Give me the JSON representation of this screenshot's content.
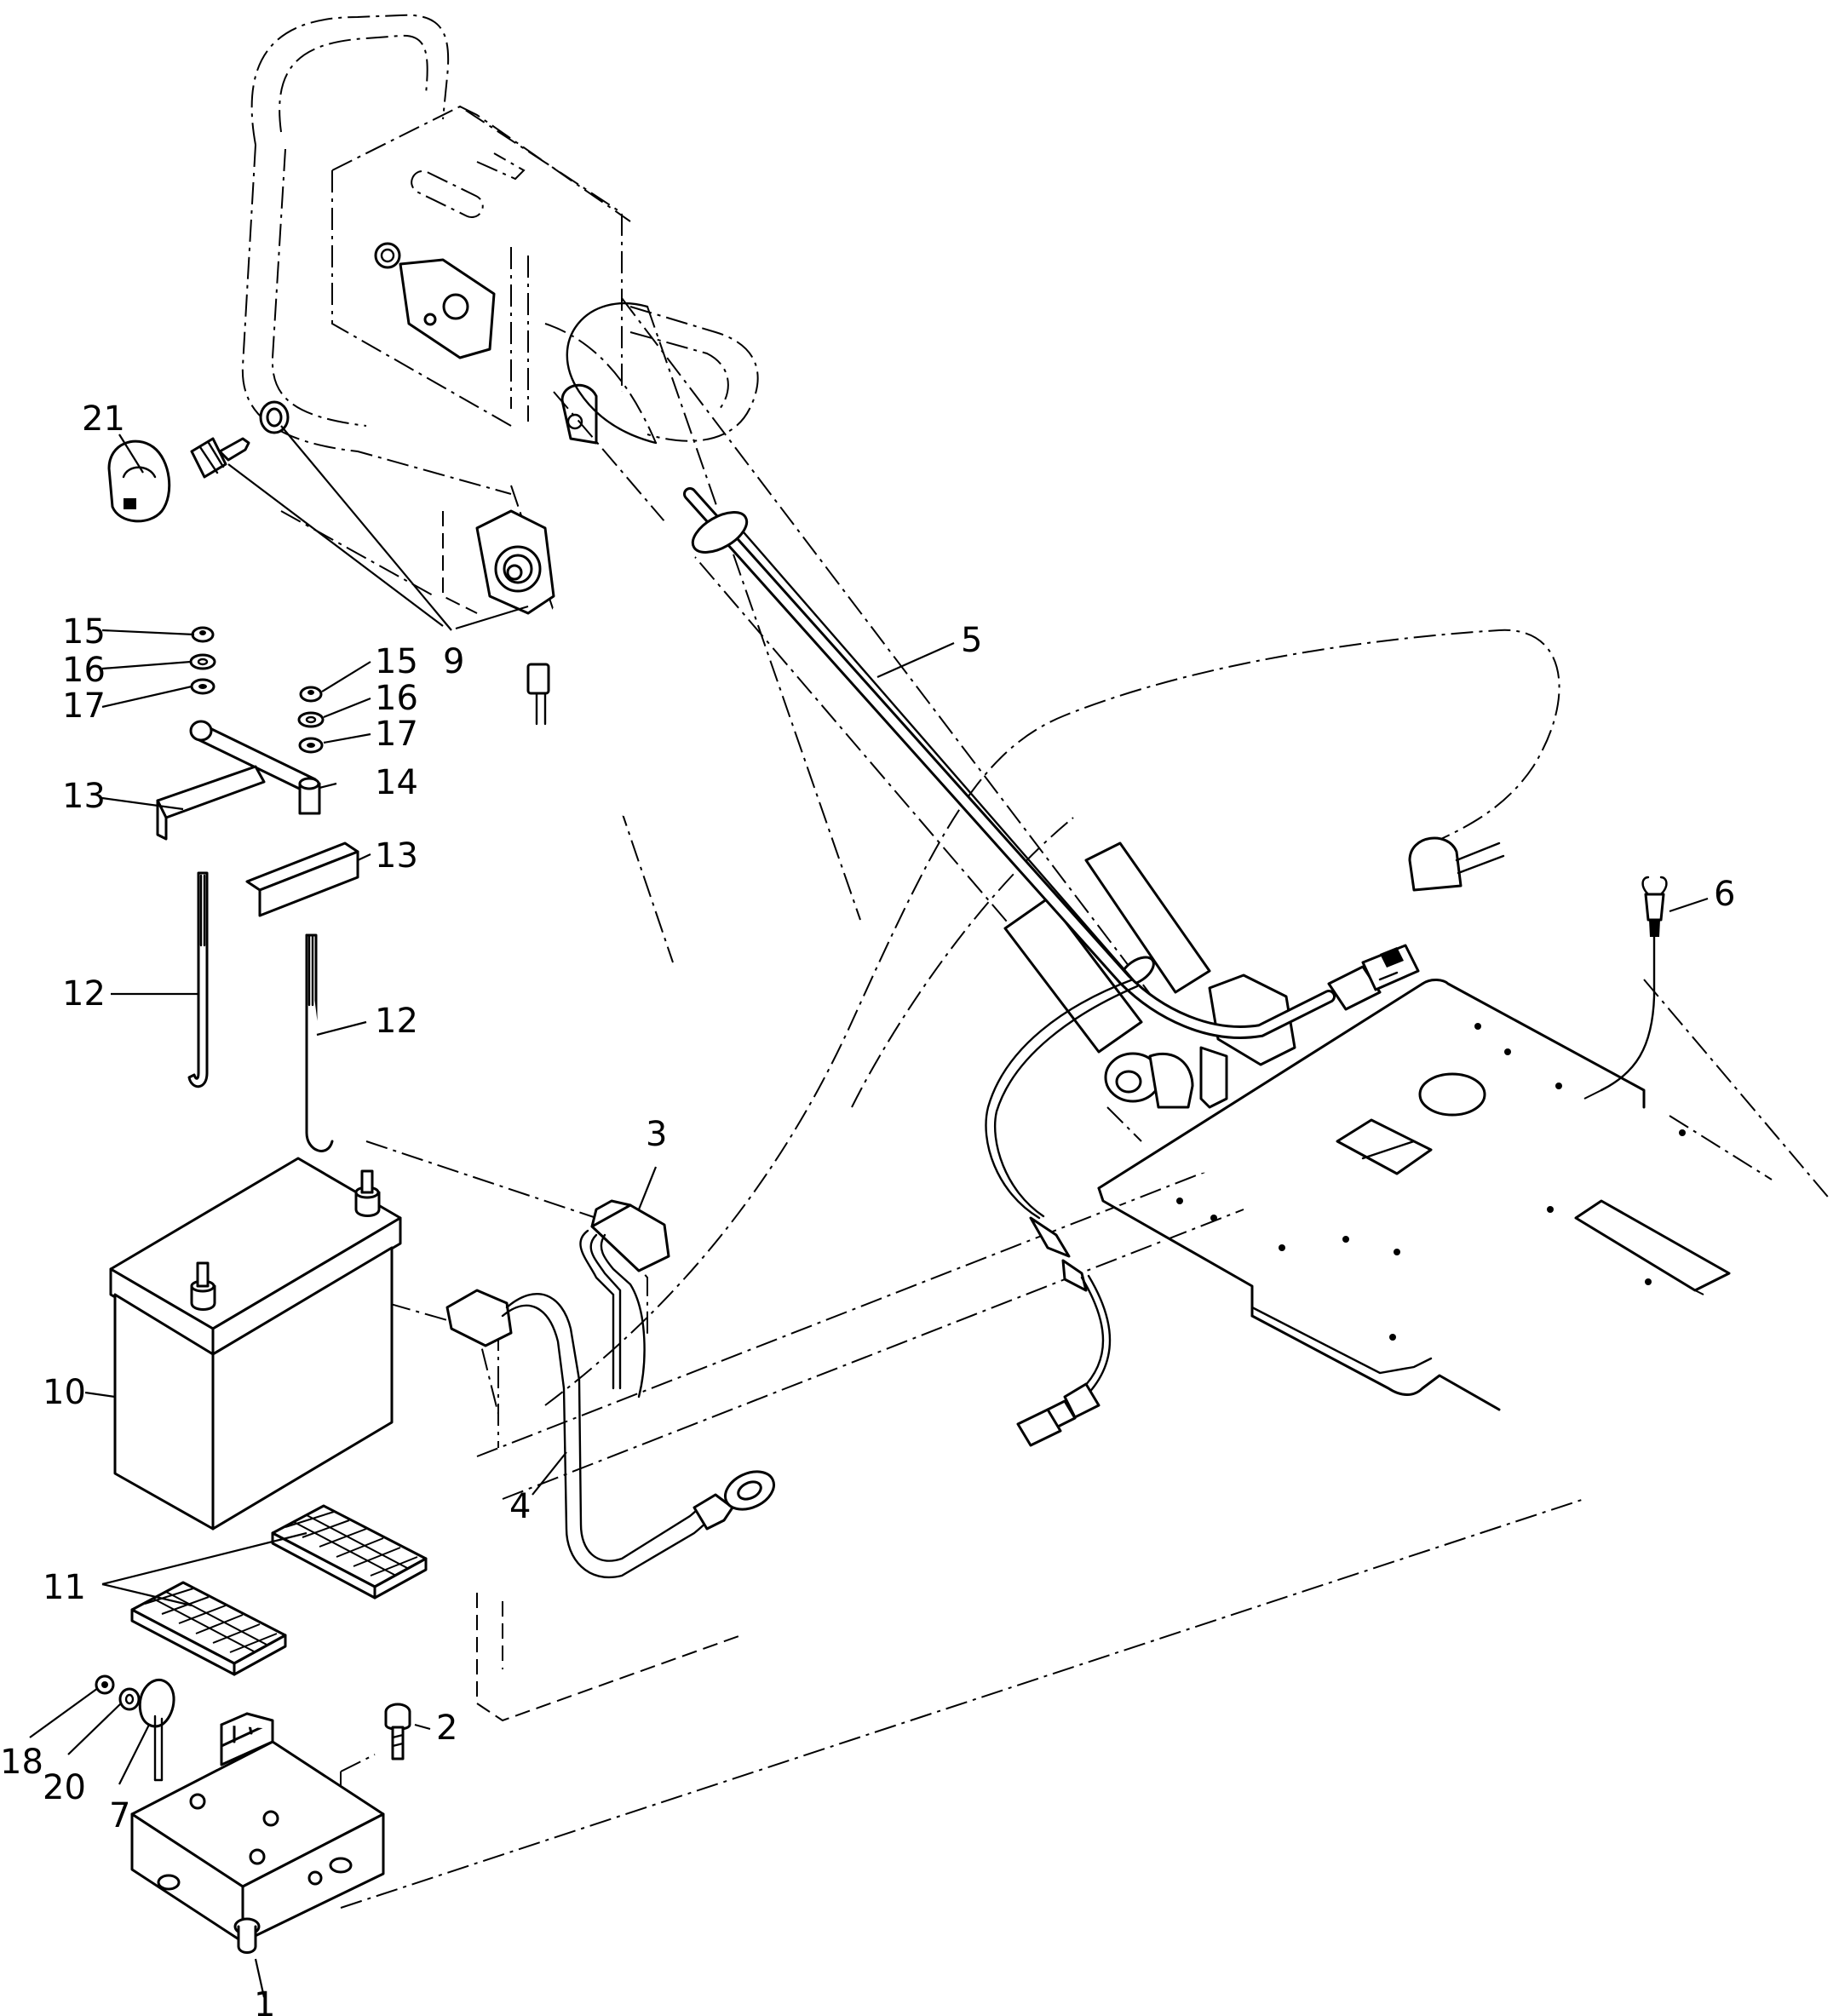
{
  "callouts": [
    {
      "id": "c1",
      "text": "1"
    },
    {
      "id": "c2",
      "text": "2"
    },
    {
      "id": "c3",
      "text": "3"
    },
    {
      "id": "c4",
      "text": "4"
    },
    {
      "id": "c5",
      "text": "5"
    },
    {
      "id": "c6",
      "text": "6"
    },
    {
      "id": "c7",
      "text": "7"
    },
    {
      "id": "c9",
      "text": "9"
    },
    {
      "id": "c10",
      "text": "10"
    },
    {
      "id": "c11",
      "text": "11"
    },
    {
      "id": "c12a",
      "text": "12"
    },
    {
      "id": "c12b",
      "text": "12"
    },
    {
      "id": "c13a",
      "text": "13"
    },
    {
      "id": "c13b",
      "text": "13"
    },
    {
      "id": "c14",
      "text": "14"
    },
    {
      "id": "c15a",
      "text": "15"
    },
    {
      "id": "c15b",
      "text": "15"
    },
    {
      "id": "c16a",
      "text": "16"
    },
    {
      "id": "c16b",
      "text": "16"
    },
    {
      "id": "c17a",
      "text": "17"
    },
    {
      "id": "c17b",
      "text": "17"
    },
    {
      "id": "c18",
      "text": "18"
    },
    {
      "id": "c20",
      "text": "20"
    },
    {
      "id": "c21",
      "text": "21"
    }
  ]
}
